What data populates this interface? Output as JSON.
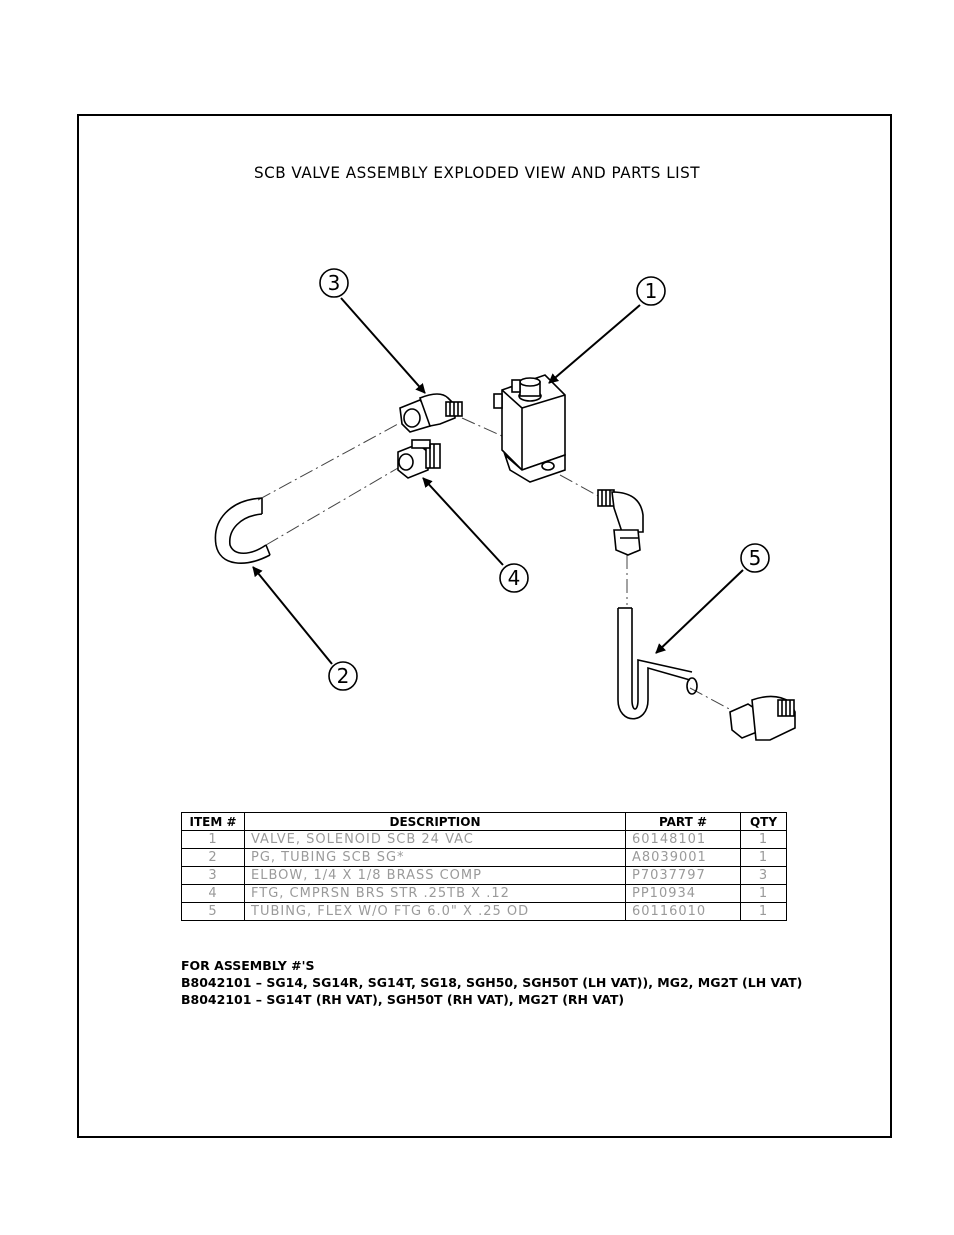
{
  "title": "SCB VALVE ASSEMBLY EXPLODED VIEW AND PARTS LIST",
  "callouts": [
    "1",
    "2",
    "3",
    "4",
    "5"
  ],
  "table": {
    "headers": [
      "ITEM #",
      "DESCRIPTION",
      "PART #",
      "QTY"
    ],
    "rows": [
      {
        "item": "1",
        "description": "VALVE, SOLENOID SCB 24 VAC",
        "part": "60148101",
        "qty": "1"
      },
      {
        "item": "2",
        "description": "PG, TUBING SCB SG*",
        "part": "A8039001",
        "qty": "1"
      },
      {
        "item": "3",
        "description": "ELBOW, 1/4 X 1/8  BRASS COMP",
        "part": "P7037797",
        "qty": "3"
      },
      {
        "item": "4",
        "description": "FTG, CMPRSN BRS STR .25TB X .12",
        "part": "PP10934",
        "qty": "1"
      },
      {
        "item": "5",
        "description": "TUBING, FLEX W/O FTG 6.0\" X .25 OD",
        "part": "60116010",
        "qty": "1"
      }
    ]
  },
  "notes": [
    "FOR ASSEMBLY #'S",
    "B8042101 – SG14, SG14R, SG14T, SG18, SGH50, SGH50T (LH VAT)), MG2, MG2T (LH VAT)",
    "B8042101 – SG14T (RH VAT), SGH50T (RH VAT), MG2T (RH VAT)"
  ]
}
